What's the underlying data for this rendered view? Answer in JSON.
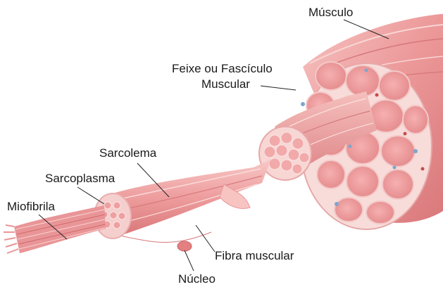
{
  "labels": {
    "musculo": "Músculo",
    "feixe_line1": "Feixe ou Fascículo",
    "feixe_line2": "Muscular",
    "sarcolema": "Sarcolema",
    "sarcoplasma": "Sarcoplasma",
    "miofibrila": "Miofibrila",
    "fibra_muscular": "Fibra muscular",
    "nucleo": "Núcleo"
  },
  "colors": {
    "muscle_fill": "#efa3a3",
    "muscle_dark": "#d86f72",
    "muscle_light": "#f8d2d0",
    "fiber_cut": "#f3b9b6",
    "fiber_spot": "#e27e80",
    "membrane": "#f9e6e3",
    "leader_line": "#222222",
    "vessel_blue": "#7da6cf"
  }
}
